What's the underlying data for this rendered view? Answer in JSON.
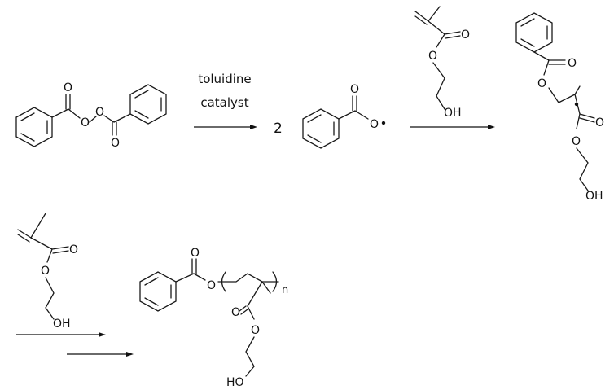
{
  "scheme": {
    "step1": {
      "condition_line1": "toluidine",
      "condition_line2": "catalyst",
      "coefficient": "2"
    },
    "atom_labels": {
      "oxygen": "O",
      "hydroxyl": "OH",
      "hydroxyl_alt": "HO",
      "repeat_subscript": "n"
    }
  }
}
